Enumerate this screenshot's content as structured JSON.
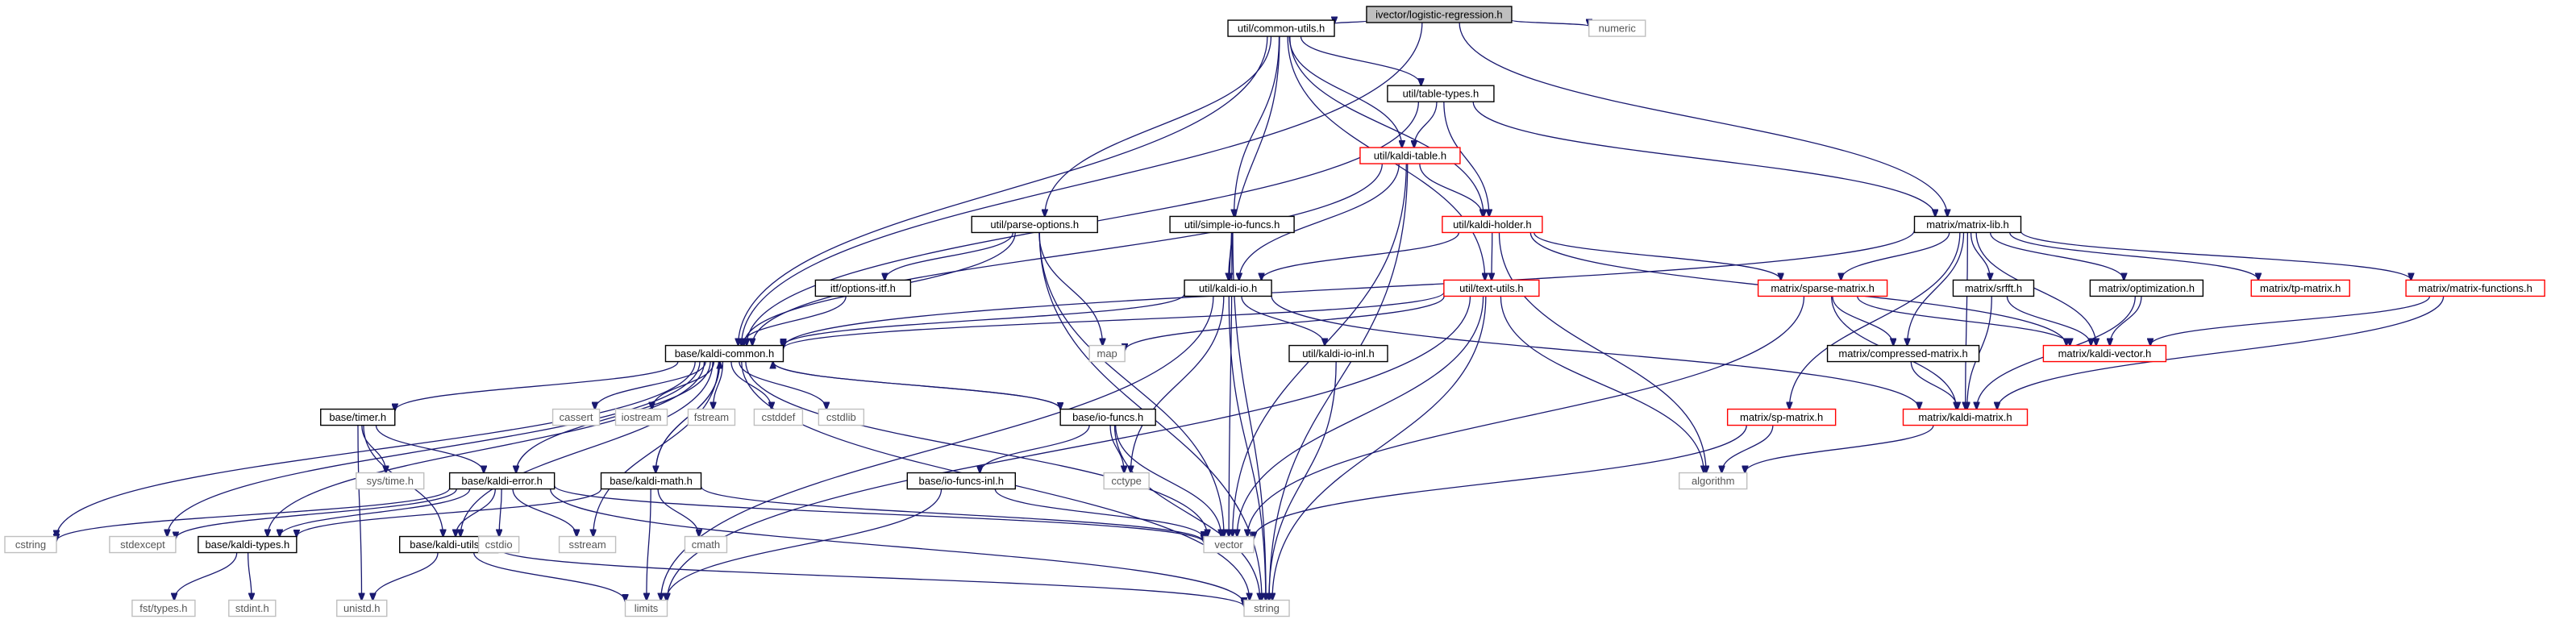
{
  "graph": {
    "colors": {
      "edge": "#191970",
      "root_fill": "#bfbfbf",
      "border_default": "#000000",
      "border_truncated": "#ff0000",
      "border_external": "#bfbfbf",
      "text_default": "#000000",
      "text_external": "#555555"
    },
    "nodes": [
      {
        "id": "root",
        "label": "ivector/logistic-regression.h",
        "style": "root"
      },
      {
        "id": "common_utils",
        "label": "util/common-utils.h",
        "style": "normal"
      },
      {
        "id": "numeric",
        "label": "numeric",
        "style": "external"
      },
      {
        "id": "table_types",
        "label": "util/table-types.h",
        "style": "normal"
      },
      {
        "id": "kaldi_table",
        "label": "util/kaldi-table.h",
        "style": "truncated"
      },
      {
        "id": "matrix_lib",
        "label": "matrix/matrix-lib.h",
        "style": "normal"
      },
      {
        "id": "parse_options",
        "label": "util/parse-options.h",
        "style": "normal"
      },
      {
        "id": "simple_io",
        "label": "util/simple-io-funcs.h",
        "style": "normal"
      },
      {
        "id": "kaldi_holder",
        "label": "util/kaldi-holder.h",
        "style": "truncated"
      },
      {
        "id": "options_itf",
        "label": "itf/options-itf.h",
        "style": "normal"
      },
      {
        "id": "kaldi_io",
        "label": "util/kaldi-io.h",
        "style": "normal"
      },
      {
        "id": "text_utils",
        "label": "util/text-utils.h",
        "style": "truncated"
      },
      {
        "id": "sparse_matrix",
        "label": "matrix/sparse-matrix.h",
        "style": "truncated"
      },
      {
        "id": "srfft",
        "label": "matrix/srfft.h",
        "style": "normal"
      },
      {
        "id": "optimization",
        "label": "matrix/optimization.h",
        "style": "normal"
      },
      {
        "id": "tp_matrix",
        "label": "matrix/tp-matrix.h",
        "style": "truncated"
      },
      {
        "id": "matrix_functions",
        "label": "matrix/matrix-functions.h",
        "style": "truncated"
      },
      {
        "id": "kaldi_common",
        "label": "base/kaldi-common.h",
        "style": "normal"
      },
      {
        "id": "map",
        "label": "map",
        "style": "external"
      },
      {
        "id": "kaldi_io_inl",
        "label": "util/kaldi-io-inl.h",
        "style": "normal"
      },
      {
        "id": "compressed_matrix",
        "label": "matrix/compressed-matrix.h",
        "style": "normal"
      },
      {
        "id": "kaldi_vector",
        "label": "matrix/kaldi-vector.h",
        "style": "truncated"
      },
      {
        "id": "timer",
        "label": "base/timer.h",
        "style": "normal"
      },
      {
        "id": "cassert",
        "label": "cassert",
        "style": "external"
      },
      {
        "id": "iostream",
        "label": "iostream",
        "style": "external"
      },
      {
        "id": "fstream",
        "label": "fstream",
        "style": "external"
      },
      {
        "id": "cstddef",
        "label": "cstddef",
        "style": "external"
      },
      {
        "id": "cstdlib",
        "label": "cstdlib",
        "style": "external"
      },
      {
        "id": "io_funcs",
        "label": "base/io-funcs.h",
        "style": "normal"
      },
      {
        "id": "sp_matrix",
        "label": "matrix/sp-matrix.h",
        "style": "truncated"
      },
      {
        "id": "kaldi_matrix",
        "label": "matrix/kaldi-matrix.h",
        "style": "truncated"
      },
      {
        "id": "sys_time",
        "label": "sys/time.h",
        "style": "external"
      },
      {
        "id": "kaldi_error",
        "label": "base/kaldi-error.h",
        "style": "normal"
      },
      {
        "id": "kaldi_math",
        "label": "base/kaldi-math.h",
        "style": "normal"
      },
      {
        "id": "io_funcs_inl",
        "label": "base/io-funcs-inl.h",
        "style": "normal"
      },
      {
        "id": "cctype",
        "label": "cctype",
        "style": "external"
      },
      {
        "id": "algorithm",
        "label": "algorithm",
        "style": "external"
      },
      {
        "id": "cstring",
        "label": "cstring",
        "style": "external"
      },
      {
        "id": "stdexcept",
        "label": "stdexcept",
        "style": "external"
      },
      {
        "id": "kaldi_types",
        "label": "base/kaldi-types.h",
        "style": "normal"
      },
      {
        "id": "kaldi_utils",
        "label": "base/kaldi-utils.h",
        "style": "normal"
      },
      {
        "id": "cstdio",
        "label": "cstdio",
        "style": "external"
      },
      {
        "id": "sstream",
        "label": "sstream",
        "style": "external"
      },
      {
        "id": "cmath",
        "label": "cmath",
        "style": "external"
      },
      {
        "id": "vector",
        "label": "vector",
        "style": "external"
      },
      {
        "id": "fst_types",
        "label": "fst/types.h",
        "style": "external"
      },
      {
        "id": "stdint",
        "label": "stdint.h",
        "style": "external"
      },
      {
        "id": "unistd",
        "label": "unistd.h",
        "style": "external"
      },
      {
        "id": "limits",
        "label": "limits",
        "style": "external"
      },
      {
        "id": "string",
        "label": "string",
        "style": "external"
      }
    ],
    "edges": [
      [
        "root",
        "common_utils"
      ],
      [
        "root",
        "numeric"
      ],
      [
        "root",
        "kaldi_common"
      ],
      [
        "root",
        "matrix_lib"
      ],
      [
        "common_utils",
        "table_types"
      ],
      [
        "common_utils",
        "kaldi_table"
      ],
      [
        "common_utils",
        "parse_options"
      ],
      [
        "common_utils",
        "simple_io"
      ],
      [
        "common_utils",
        "kaldi_holder"
      ],
      [
        "common_utils",
        "kaldi_io"
      ],
      [
        "common_utils",
        "text_utils"
      ],
      [
        "common_utils",
        "kaldi_common"
      ],
      [
        "table_types",
        "kaldi_table"
      ],
      [
        "table_types",
        "kaldi_holder"
      ],
      [
        "table_types",
        "matrix_lib"
      ],
      [
        "table_types",
        "kaldi_common"
      ],
      [
        "kaldi_table",
        "kaldi_holder"
      ],
      [
        "kaldi_table",
        "kaldi_io"
      ],
      [
        "kaldi_table",
        "kaldi_common"
      ],
      [
        "kaldi_table",
        "string"
      ],
      [
        "kaldi_table",
        "vector"
      ],
      [
        "parse_options",
        "options_itf"
      ],
      [
        "parse_options",
        "kaldi_common"
      ],
      [
        "parse_options",
        "map"
      ],
      [
        "parse_options",
        "vector"
      ],
      [
        "parse_options",
        "string"
      ],
      [
        "simple_io",
        "kaldi_io"
      ],
      [
        "simple_io",
        "vector"
      ],
      [
        "simple_io",
        "string"
      ],
      [
        "kaldi_holder",
        "kaldi_io"
      ],
      [
        "kaldi_holder",
        "text_utils"
      ],
      [
        "kaldi_holder",
        "kaldi_vector"
      ],
      [
        "kaldi_holder",
        "sparse_matrix"
      ],
      [
        "kaldi_holder",
        "algorithm"
      ],
      [
        "options_itf",
        "kaldi_common"
      ],
      [
        "kaldi_io",
        "kaldi_common"
      ],
      [
        "kaldi_io",
        "kaldi_io_inl"
      ],
      [
        "kaldi_io",
        "cctype"
      ],
      [
        "kaldi_io",
        "string"
      ],
      [
        "kaldi_io",
        "limits"
      ],
      [
        "kaldi_io",
        "kaldi_matrix"
      ],
      [
        "text_utils",
        "kaldi_common"
      ],
      [
        "text_utils",
        "map"
      ],
      [
        "text_utils",
        "algorithm"
      ],
      [
        "text_utils",
        "vector"
      ],
      [
        "text_utils",
        "string"
      ],
      [
        "text_utils",
        "limits"
      ],
      [
        "matrix_lib",
        "kaldi_common"
      ],
      [
        "matrix_lib",
        "sparse_matrix"
      ],
      [
        "matrix_lib",
        "srfft"
      ],
      [
        "matrix_lib",
        "optimization"
      ],
      [
        "matrix_lib",
        "tp_matrix"
      ],
      [
        "matrix_lib",
        "matrix_functions"
      ],
      [
        "matrix_lib",
        "compressed_matrix"
      ],
      [
        "matrix_lib",
        "sp_matrix"
      ],
      [
        "matrix_lib",
        "kaldi_vector"
      ],
      [
        "matrix_lib",
        "kaldi_matrix"
      ],
      [
        "sparse_matrix",
        "compressed_matrix"
      ],
      [
        "sparse_matrix",
        "kaldi_vector"
      ],
      [
        "sparse_matrix",
        "kaldi_matrix"
      ],
      [
        "sparse_matrix",
        "vector"
      ],
      [
        "srfft",
        "kaldi_vector"
      ],
      [
        "srfft",
        "kaldi_matrix"
      ],
      [
        "optimization",
        "kaldi_vector"
      ],
      [
        "optimization",
        "kaldi_matrix"
      ],
      [
        "matrix_functions",
        "kaldi_vector"
      ],
      [
        "matrix_functions",
        "kaldi_matrix"
      ],
      [
        "compressed_matrix",
        "kaldi_matrix"
      ],
      [
        "sp_matrix",
        "algorithm"
      ],
      [
        "sp_matrix",
        "vector"
      ],
      [
        "kaldi_matrix",
        "algorithm"
      ],
      [
        "kaldi_io_inl",
        "string"
      ],
      [
        "kaldi_common",
        "timer"
      ],
      [
        "kaldi_common",
        "cassert"
      ],
      [
        "kaldi_common",
        "iostream"
      ],
      [
        "kaldi_common",
        "fstream"
      ],
      [
        "kaldi_common",
        "cstddef"
      ],
      [
        "kaldi_common",
        "cstdlib"
      ],
      [
        "kaldi_common",
        "io_funcs"
      ],
      [
        "kaldi_common",
        "kaldi_error"
      ],
      [
        "kaldi_common",
        "kaldi_math"
      ],
      [
        "kaldi_common",
        "kaldi_types"
      ],
      [
        "kaldi_common",
        "kaldi_utils"
      ],
      [
        "kaldi_common",
        "cstring"
      ],
      [
        "kaldi_common",
        "stdexcept"
      ],
      [
        "kaldi_common",
        "sstream"
      ],
      [
        "kaldi_common",
        "vector"
      ],
      [
        "kaldi_common",
        "string"
      ],
      [
        "timer",
        "sys_time"
      ],
      [
        "timer",
        "kaldi_error"
      ],
      [
        "timer",
        "kaldi_utils"
      ],
      [
        "timer",
        "unistd"
      ],
      [
        "io_funcs",
        "kaldi_common"
      ],
      [
        "io_funcs",
        "io_funcs_inl"
      ],
      [
        "io_funcs",
        "cctype"
      ],
      [
        "io_funcs",
        "vector"
      ],
      [
        "io_funcs",
        "string"
      ],
      [
        "io_funcs_inl",
        "vector"
      ],
      [
        "io_funcs_inl",
        "limits"
      ],
      [
        "kaldi_error",
        "cstring"
      ],
      [
        "kaldi_error",
        "stdexcept"
      ],
      [
        "kaldi_error",
        "kaldi_types"
      ],
      [
        "kaldi_error",
        "kaldi_utils"
      ],
      [
        "kaldi_error",
        "cstdio"
      ],
      [
        "kaldi_error",
        "sstream"
      ],
      [
        "kaldi_error",
        "vector"
      ],
      [
        "kaldi_error",
        "string"
      ],
      [
        "kaldi_math",
        "kaldi_common"
      ],
      [
        "kaldi_math",
        "kaldi_types"
      ],
      [
        "kaldi_math",
        "cmath"
      ],
      [
        "kaldi_math",
        "limits"
      ],
      [
        "kaldi_math",
        "vector"
      ],
      [
        "kaldi_types",
        "fst_types"
      ],
      [
        "kaldi_types",
        "stdint"
      ],
      [
        "kaldi_utils",
        "unistd"
      ],
      [
        "kaldi_utils",
        "limits"
      ],
      [
        "kaldi_utils",
        "string"
      ]
    ]
  }
}
